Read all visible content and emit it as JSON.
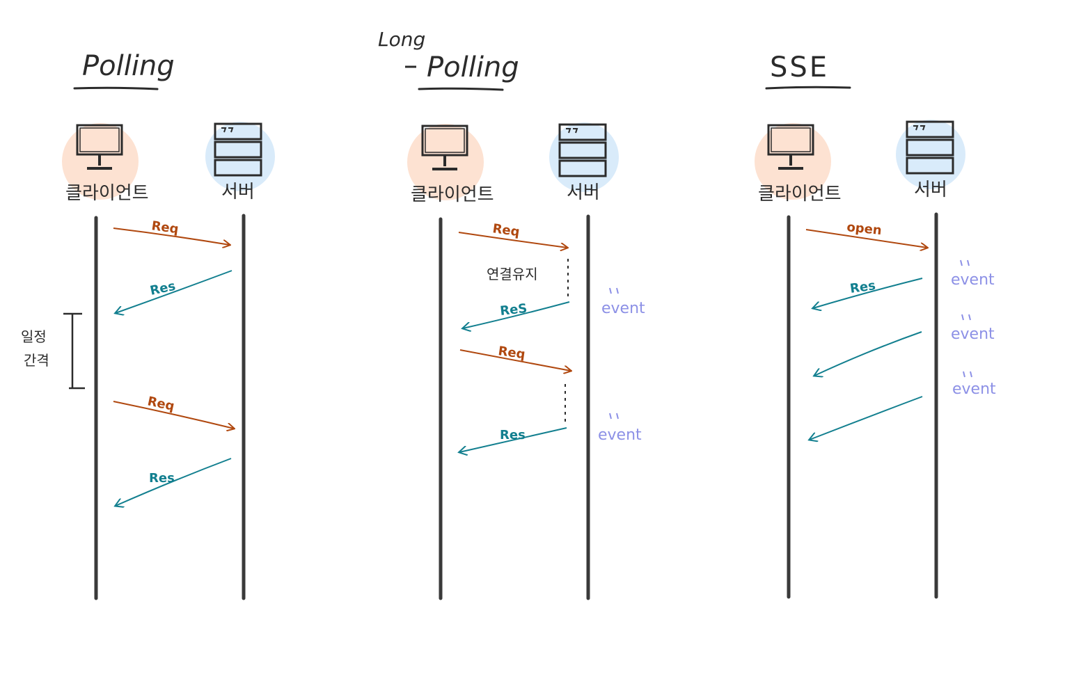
{
  "colors": {
    "request": "#b0480f",
    "response": "#127f8f",
    "event": "#8c90e6",
    "client_bg": "#fde2d2",
    "server_bg": "#d9ebfa",
    "ink": "#2b2b2b"
  },
  "panels": [
    {
      "title": "Polling",
      "subtitle": "",
      "client_label": "클라이언트",
      "server_label": "서버",
      "interval_label_line1": "일정",
      "interval_label_line2": "간격",
      "messages": [
        {
          "label": "Req",
          "dir": "to-server",
          "kind": "request"
        },
        {
          "label": "Res",
          "dir": "to-client",
          "kind": "response"
        },
        {
          "label": "Req",
          "dir": "to-server",
          "kind": "request"
        },
        {
          "label": "Res",
          "dir": "to-client",
          "kind": "response"
        }
      ]
    },
    {
      "title": "Polling",
      "subtitle": "Long",
      "client_label": "클라이언트",
      "server_label": "서버",
      "hold_label": "연결유지",
      "messages": [
        {
          "label": "Req",
          "dir": "to-server",
          "kind": "request"
        },
        {
          "label": "ReS",
          "dir": "to-client",
          "kind": "response"
        },
        {
          "label": "Req",
          "dir": "to-server",
          "kind": "request"
        },
        {
          "label": "Res",
          "dir": "to-client",
          "kind": "response"
        }
      ],
      "events": [
        "event",
        "event"
      ]
    },
    {
      "title": "SSE",
      "subtitle": "",
      "client_label": "클라이언트",
      "server_label": "서버",
      "messages": [
        {
          "label": "open",
          "dir": "to-server",
          "kind": "request"
        },
        {
          "label": "Res",
          "dir": "to-client",
          "kind": "response"
        },
        {
          "label": "",
          "dir": "to-client",
          "kind": "response"
        },
        {
          "label": "",
          "dir": "to-client",
          "kind": "response"
        }
      ],
      "events": [
        "event",
        "event",
        "event"
      ]
    }
  ]
}
